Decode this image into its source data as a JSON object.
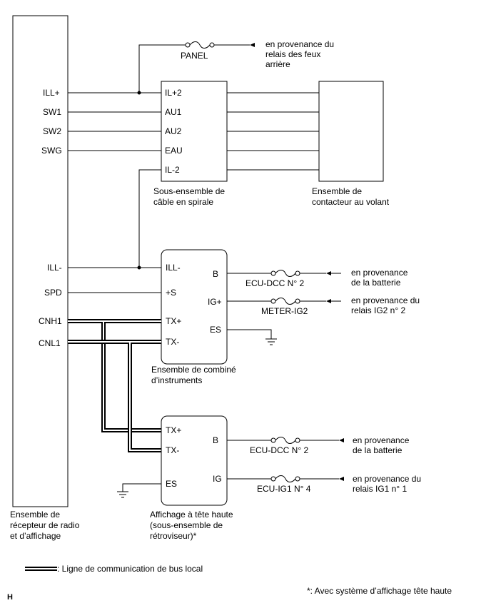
{
  "components": {
    "radio": {
      "label_lines": [
        "Ensemble de",
        "récepteur de radio",
        "et d’affichage"
      ],
      "pins": [
        "ILL+",
        "SW1",
        "SW2",
        "SWG",
        "ILL-",
        "SPD",
        "CNH1",
        "CNL1"
      ]
    },
    "spiral_cable": {
      "label_lines": [
        "Sous-ensemble de",
        "câble en spirale"
      ],
      "pins": [
        "IL+2",
        "AU1",
        "AU2",
        "EAU",
        "IL-2"
      ]
    },
    "steering_switch": {
      "label_lines": [
        "Ensemble de",
        "contacteur au volant"
      ]
    },
    "combimeter": {
      "label_lines": [
        "Ensemble de combiné",
        "d’instruments"
      ],
      "pins_left": [
        "ILL-",
        "+S",
        "TX+",
        "TX-"
      ],
      "pins_right": [
        "B",
        "IG+",
        "ES"
      ]
    },
    "hud": {
      "label_lines": [
        "Affichage à tête haute",
        "(sous-ensemble de",
        "rétroviseur)*"
      ],
      "pins_left": [
        "TX+",
        "TX-",
        "ES"
      ],
      "pins_right": [
        "B",
        "IG"
      ]
    }
  },
  "fuses": {
    "panel": "PANEL",
    "ecu_dcc_1": "ECU-DCC N° 2",
    "meter_ig2": "METER-IG2",
    "ecu_dcc_2": "ECU-DCC N° 2",
    "ecu_ig1": "ECU-IG1 N° 4"
  },
  "sources": {
    "tail_relay": [
      "en provenance du",
      "relais des feux",
      "arrière"
    ],
    "battery_1": [
      "en provenance",
      "de la batterie"
    ],
    "ig2_relay": [
      "en provenance du",
      "relais IG2 n° 2"
    ],
    "battery_2": [
      "en provenance",
      "de la batterie"
    ],
    "ig1_relay": [
      "en provenance du",
      "relais IG1 n° 1"
    ]
  },
  "legend": {
    "bus_line": ": Ligne de communication de bus local"
  },
  "footnote": "*: Avec système d’affichage tête haute",
  "corner_mark": "H"
}
